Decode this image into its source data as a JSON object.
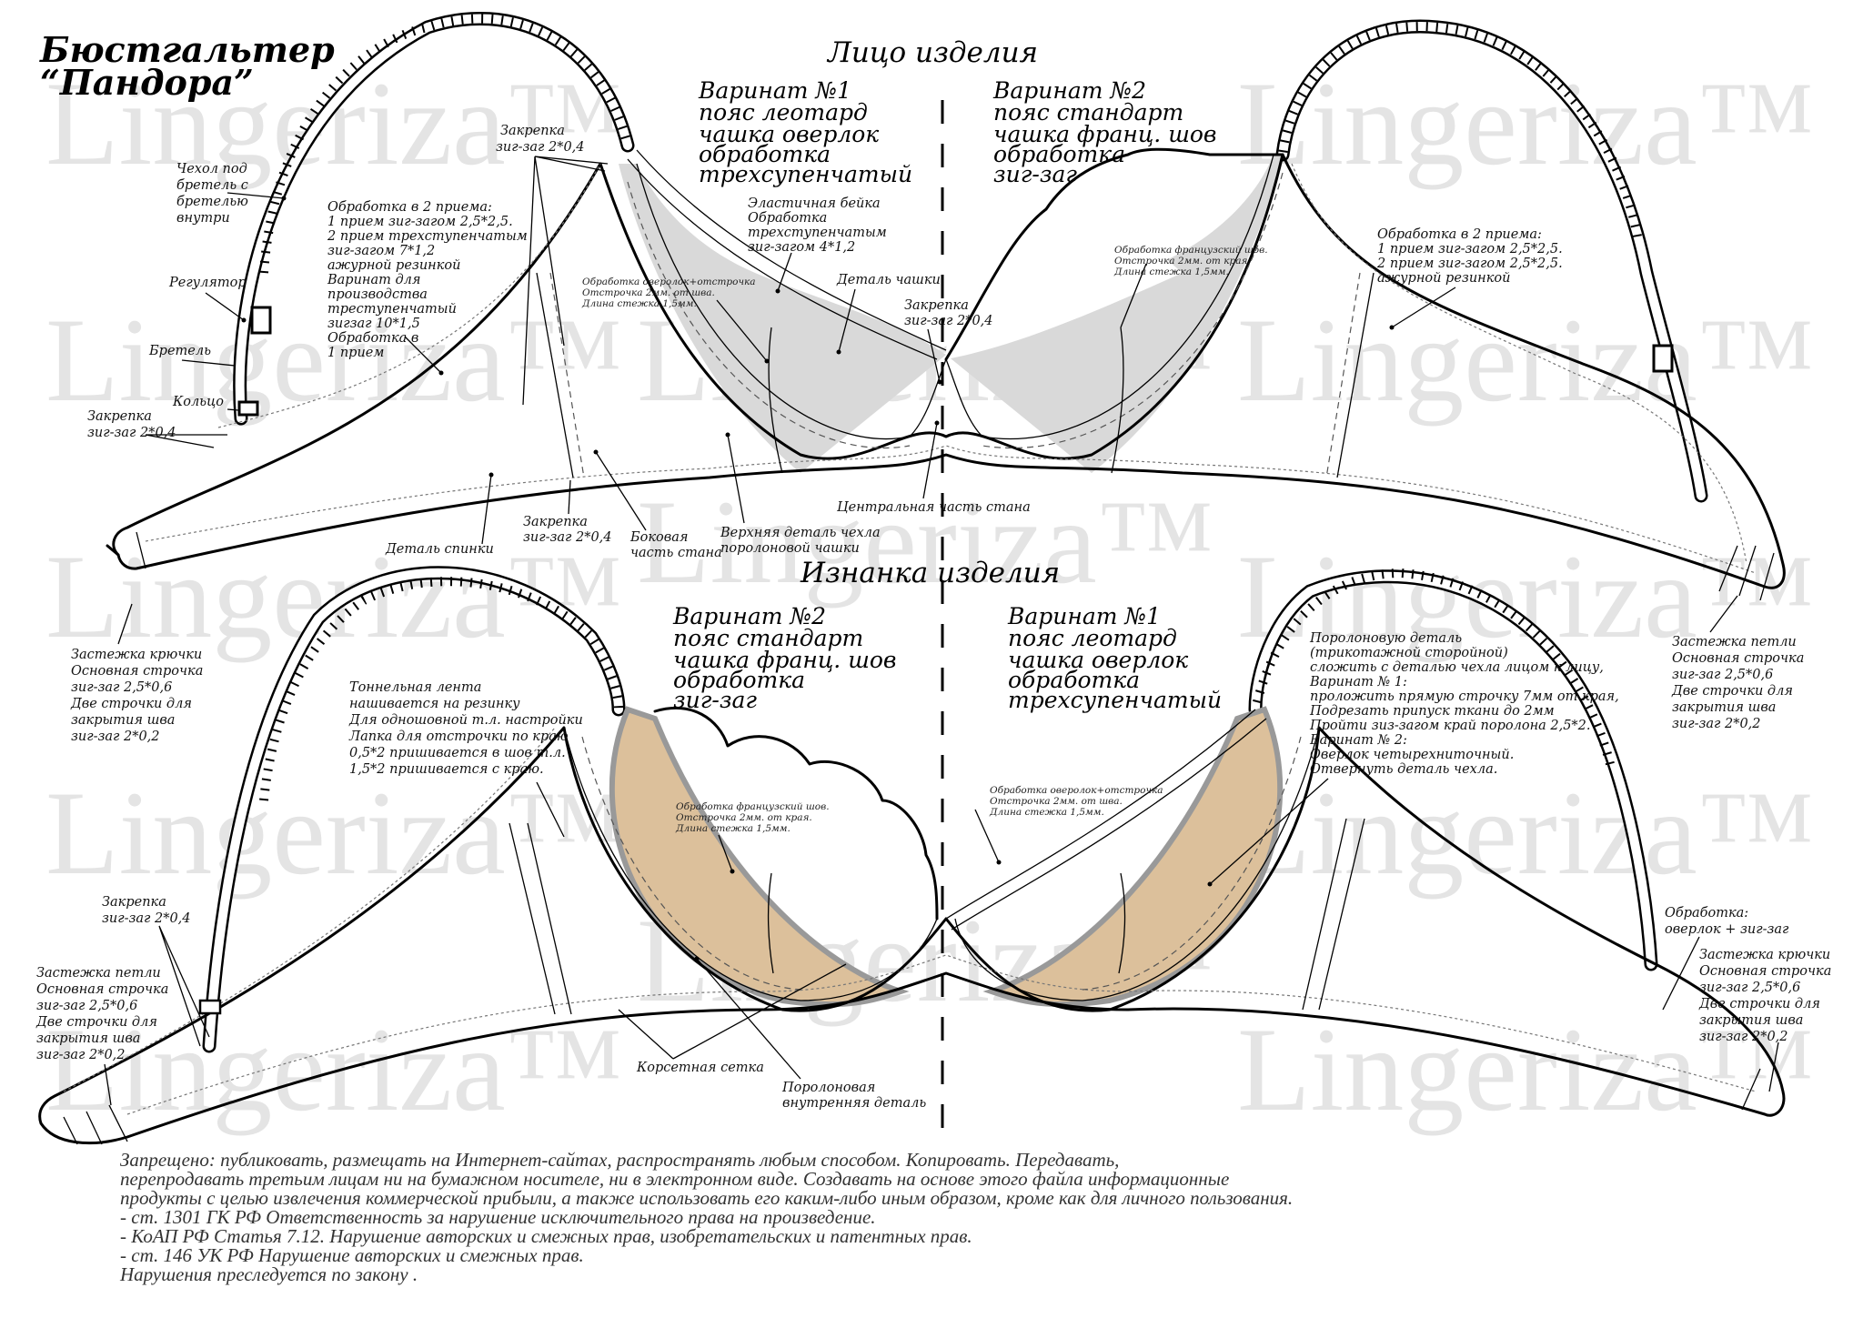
{
  "document": {
    "title_line1": "Бюстгальтер",
    "title_line2": "“Пандора”",
    "watermark": "Lingeriza™",
    "colors": {
      "outline": "#000000",
      "cup_grey": "#d9d9d9",
      "foam_beige": "#dcc09b",
      "watermark": "#e4e4e4",
      "legal_text": "#333333"
    }
  },
  "front_view": {
    "heading": "Лицо изделия",
    "variant_left": [
      "Варинат №1",
      "пояс леотард",
      "чашка оверлок",
      "обработка",
      "трехсупенчатый"
    ],
    "variant_right": [
      "Варинат №2",
      "пояс стандарт",
      "чашка франц. шов",
      "обработка",
      "зиг-заг"
    ],
    "labels": {
      "strap_cover": [
        "Чехол под",
        "бретель с",
        "бретелью",
        "внутри"
      ],
      "regulator": "Регулятор",
      "strap": "Бретель",
      "ring": "Кольцо",
      "bartack_left": [
        "Закрепка",
        "зиг-заг 2*0,4"
      ],
      "bartack_top": [
        "Закрепка",
        "зиг-заг 2*0,4"
      ],
      "two_step_left": [
        "Обработка в 2 приема:",
        "1 прием зиг-загом 2,5*2,5.",
        "2 прием трехступенчатым",
        "зиг-загом 7*1,2",
        "ажурной резинкой",
        "Варинат для",
        "производства",
        "треступенчатый",
        "зигзаг 10*1,5",
        "Обработка в",
        "1 прием"
      ],
      "overlock_note": [
        "Обработка оверолок+отстрочка",
        "Отстрочка 2мм. от шва.",
        "Длина стежка 1,5мм."
      ],
      "elastic_binding": [
        "Эластичная бейка",
        "Обработка",
        "трехступенчатым",
        "зиг-загом 4*1,2"
      ],
      "cup_detail": "Деталь чашки",
      "bartack_center": [
        "Закрепка",
        "зиг-заг 2*0,4"
      ],
      "french_seam_note": [
        "Обработка французский шов.",
        "Отстрочка 2мм. от края.",
        "Длина стежка 1,5мм."
      ],
      "two_step_right": [
        "Обработка в 2 приема:",
        "1 прием зиг-загом 2,5*2,5.",
        "2 прием зиг-загом 2,5*2,5.",
        "ажурной резинкой"
      ],
      "back_detail": "Деталь спинки",
      "bartack_bottom": [
        "Закрепка",
        "зиг-заг 2*0,4"
      ],
      "side_part": [
        "Боковая",
        "часть стана"
      ],
      "upper_cover": [
        "Верхняя деталь чехла",
        "поролоновой чашки"
      ],
      "center_gore": "Центральная часть стана"
    }
  },
  "back_view": {
    "heading": "Изнанка изделия",
    "variant_left": [
      "Варинат №2",
      "пояс стандарт",
      "чашка франц. шов",
      "обработка",
      "зиг-заг"
    ],
    "variant_right": [
      "Варинат №1",
      "пояс леотард",
      "чашка оверлок",
      "обработка",
      "трехсупенчатый"
    ],
    "labels": {
      "hook_closure_left": [
        "Застежка крючки",
        "Основная строчка",
        "зиг-заг 2,5*0,6",
        "Две строчки для",
        "закрытия шва",
        "зиг-заг 2*0,2"
      ],
      "tunnel_tape": [
        "Тоннельная лента",
        "нашивается на резинку",
        "Для одношовной т.л. настройки",
        "Лапка для отстрочки по краю",
        "0,5*2 пришивается в шов т.л.",
        "1,5*2 пришивается с краю."
      ],
      "bartack_left": [
        "Закрепка",
        "зиг-заг 2*0,4"
      ],
      "eye_closure_left": [
        "Застежка петли",
        "Основная строчка",
        "зиг-заг 2,5*0,6",
        "Две строчки для",
        "закрытия шва",
        "зиг-заг 2*0,2"
      ],
      "french_seam_note": [
        "Обработка французский шов.",
        "Отстрочка 2мм. от края.",
        "Длина стежка 1,5мм."
      ],
      "overlock_note": [
        "Обработка оверолок+отстрочка",
        "Отстрочка 2мм. от шва.",
        "Длина стежка 1,5мм."
      ],
      "corset_mesh": "Корсетная сетка",
      "foam_inner": [
        "Поролоновая",
        "внутренняя деталь"
      ],
      "foam_instructions": [
        "Поролоновую деталь",
        "(трикотажной сторойной)",
        "сложить с деталью чехла лицом к лицу,",
        "Варинат № 1:",
        "проложить прямую строчку 7мм от края,",
        "Подрезать припуск ткани до 2мм",
        "Пройти зиз-загом край поролона 2,5*2.",
        "Варинат № 2:",
        "Оверлок четырехниточный.",
        "Отвернуть деталь чехла."
      ],
      "eye_closure_right": [
        "Застежка петли",
        "Основная строчка",
        "зиг-заг 2,5*0,6",
        "Две строчки для",
        "закрытия шва",
        "зиг-заг 2*0,2"
      ],
      "processing_right": [
        "Обработка:",
        "оверлок + зиг-заг"
      ],
      "hook_closure_right": [
        "Застежка крючки",
        "Основная строчка",
        "зиг-заг 2,5*0,6",
        "Две строчки для",
        "закрытия шва",
        "зиг-заг 2*0,2"
      ]
    }
  },
  "legal_notice": [
    "Запрещено: публиковать, размещать на Интернет-сайтах, распространять любым способом. Копировать. Передавать,",
    "перепродавать третьим лицам ни на бумажном носителе, ни в электронном виде. Создавать на основе этого файла информационные",
    "продукты с целью извлечения коммерческой прибыли, а также использовать его  каким-либо иным образом, кроме как для личного пользования.",
    "- ст. 1301 ГК РФ Ответственность за нарушение исключительного права на произведение.",
    "- КоАП РФ Статья 7.12. Нарушение авторских и смежных прав, изобретательских и патентных прав.",
    "- ст. 146 УК РФ Нарушение авторских и смежных прав.",
    "Нарушения преследуется по закону ."
  ]
}
